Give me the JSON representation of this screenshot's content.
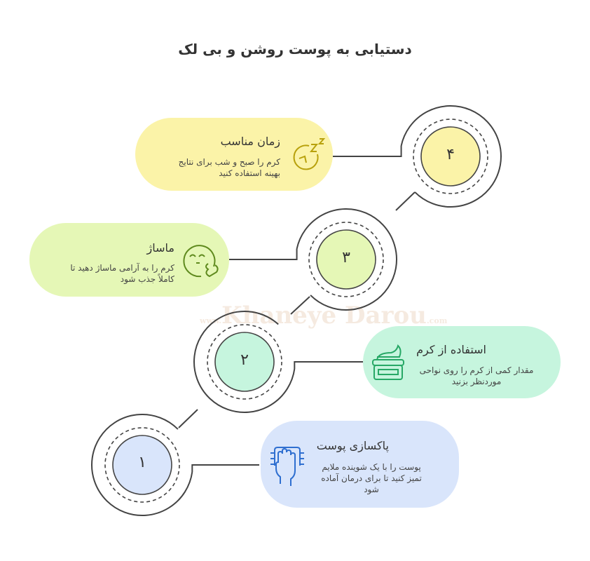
{
  "title": "دستیابی به پوست روشن و بی لک",
  "watermark": {
    "prefix": "www.",
    "name": "Khaneye Darou",
    "suffix": ".com"
  },
  "steps": [
    {
      "number": "۱",
      "title": "پاکسازی پوست",
      "description": "پوست را با یک شوینده ملایم تمیز کنید تا برای درمان آماده شود",
      "icon": "hand-scan-icon",
      "color": "#D9E5FB",
      "accent": "#2F6FD0"
    },
    {
      "number": "۲",
      "title": "استفاده از کرم",
      "description": "مقدار کمی از کرم را روی نواحی موردنظر بزنید",
      "icon": "cream-jar-icon",
      "color": "#C6F5DE",
      "accent": "#27A866"
    },
    {
      "number": "۳",
      "title": "ماساژ",
      "description": "کرم را به آرامی ماساژ دهید تا کاملاً جذب شود",
      "icon": "relaxed-face-icon",
      "color": "#E5F7B6",
      "accent": "#5F8A1E"
    },
    {
      "number": "۴",
      "title": "زمان مناسب",
      "description": "کرم را صبح و شب برای نتایج بهینه استفاده کنید",
      "icon": "sleep-clock-icon",
      "color": "#FBF3A8",
      "accent": "#B8A10C"
    }
  ]
}
